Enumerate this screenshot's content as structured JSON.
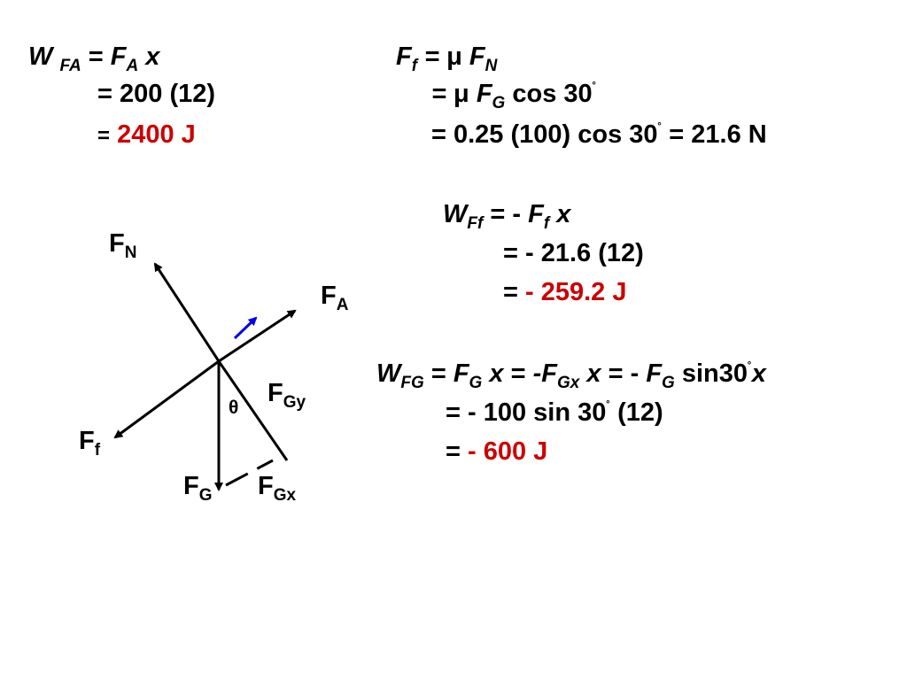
{
  "wfa": {
    "line1": {
      "w": "W",
      "w_sub": "FA",
      "eq": "=",
      "f": "F",
      "f_sub": "A",
      "x": "x"
    },
    "line2": {
      "eq": "=",
      "expr": "200 (12)"
    },
    "line3": {
      "eq": "=",
      "result": "2400 J"
    }
  },
  "friction": {
    "line1": {
      "f": "F",
      "f_sub": "f",
      "eq": "=",
      "mu": "μ",
      "fn": "F",
      "fn_sub": "N"
    },
    "line2": {
      "eq": "=",
      "mu": "μ",
      "fg": "F",
      "fg_sub": "G",
      "cos": "cos 30",
      "deg": "˚"
    },
    "line3": {
      "part1": "= 0.25 (100) cos 30",
      "deg": "˚",
      "part2": "= 21.6 N"
    }
  },
  "wff": {
    "line1": {
      "w": "W",
      "w_sub": "Ff",
      "eq": "= -",
      "f": "F",
      "f_sub": "f",
      "x": "x"
    },
    "line2": {
      "eq": "=",
      "expr": "- 21.6 (12)"
    },
    "line3": {
      "eq": "=",
      "result": "- 259.2 J"
    }
  },
  "wfg": {
    "line1": {
      "w": "W",
      "w_sub": "FG",
      "eq1": "=",
      "fg": "F",
      "fg_sub": "G",
      "x1": "x",
      "eq2": "=",
      "neg_f": "-F",
      "fgx_sub": "Gx",
      "x2": "x",
      "eq3": "= -",
      "fg2": "F",
      "fg2_sub": "G",
      "sin": "sin30",
      "deg": "˚",
      "x3": "x"
    },
    "line2": {
      "eq": "=",
      "expr": "- 100 sin 30",
      "deg": "˚",
      "tail": "(12)"
    },
    "line3": {
      "eq": "=",
      "result": "- 600 J"
    }
  },
  "diagram": {
    "labels": {
      "fn": {
        "main": "F",
        "sub": "N"
      },
      "fa": {
        "main": "F",
        "sub": "A"
      },
      "ff": {
        "main": "F",
        "sub": "f"
      },
      "fg": {
        "main": "F",
        "sub": "G"
      },
      "fgy": {
        "main": "F",
        "sub": "Gy"
      },
      "fgx": {
        "main": "F",
        "sub": "Gx"
      },
      "theta": "θ"
    }
  },
  "colors": {
    "text": "#000000",
    "result": "#cc0000",
    "motion_arrow": "#0000ee"
  }
}
